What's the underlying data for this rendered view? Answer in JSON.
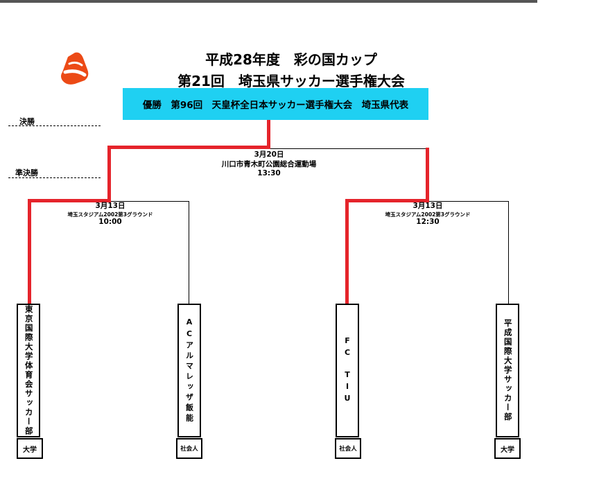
{
  "header": {
    "title_line1": "平成28年度　彩の国カップ",
    "title_line2": "第21回　埼玉県サッカー選手権大会",
    "banner": "優勝　第96回　天皇杯全日本サッカー選手権大会　埼玉県代表"
  },
  "rounds": {
    "final": "決勝",
    "semifinal": "準決勝"
  },
  "matches": {
    "final": {
      "date": "3月20日",
      "venue": "川口市青木町公園総合運動場",
      "time": "13:30"
    },
    "semi_left": {
      "date": "3月13日",
      "venue": "埼玉スタジアム2002第3グラウンド",
      "time": "10:00"
    },
    "semi_right": {
      "date": "3月13日",
      "venue": "埼玉スタジアム2002第3グラウンド",
      "time": "12:30"
    }
  },
  "teams": [
    {
      "name": "東京国際大学体育会サッカー部",
      "category": "大学"
    },
    {
      "name": "ACアルマレッザ飯能",
      "category": "社会人"
    },
    {
      "name": "FC　TIU",
      "category": "社会人"
    },
    {
      "name": "平成国際大学サッカー部",
      "category": "大学"
    }
  ],
  "colors": {
    "banner": "#1fd0f2",
    "winner_path": "#e5242b",
    "logo": "#ec4a16"
  }
}
